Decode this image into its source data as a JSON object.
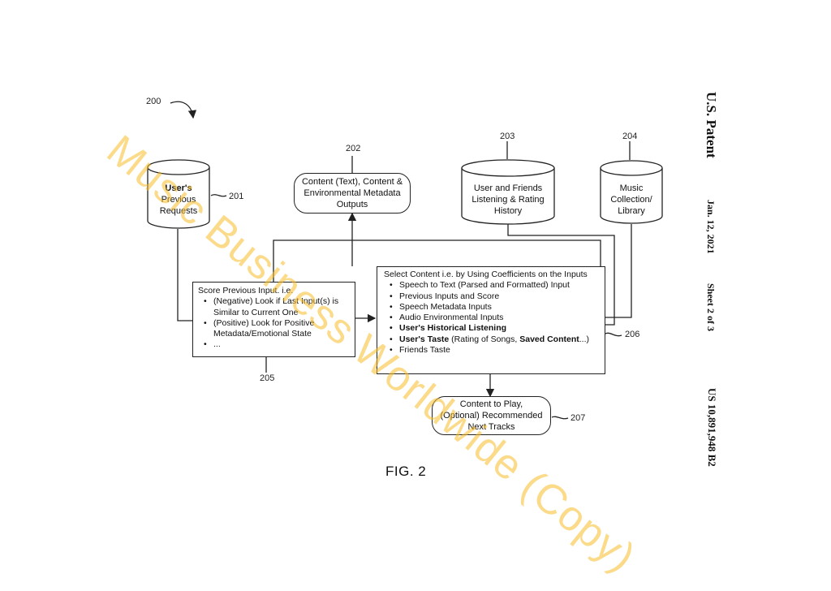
{
  "figure_ref": "200",
  "fig_label": "FIG. 2",
  "nodes": {
    "n201": {
      "ref": "201",
      "lines": [
        "User's",
        "Previous",
        "Requests"
      ]
    },
    "n202": {
      "ref": "202",
      "lines": [
        "Content (Text), Content &",
        "Environmental Metadata",
        "Outputs"
      ]
    },
    "n203": {
      "ref": "203",
      "lines": [
        "User and Friends",
        "Listening & Rating",
        "History"
      ]
    },
    "n204": {
      "ref": "204",
      "lines": [
        "Music",
        "Collection/",
        "Library"
      ]
    },
    "n205": {
      "ref": "205",
      "title": "Score Previous Input. i.e.",
      "items": [
        "(Negative) Look if Last Input(s) is Similar to Current One",
        "(Positive) Look for Positive Metadata/Emotional State",
        "..."
      ]
    },
    "n206": {
      "ref": "206",
      "title": "Select Content i.e. by Using Coefficients on the Inputs",
      "items": [
        "Speech to Text (Parsed and Formatted) Input",
        "Previous Inputs and Score",
        "Speech Metadata Inputs",
        "Audio Environmental Inputs",
        "User's Historical Listening",
        "User's Taste",
        " (Rating of Songs, ",
        "Saved Content",
        "...)",
        "Friends Taste"
      ]
    },
    "n207": {
      "ref": "207",
      "lines": [
        "Content to Play,",
        "(Optional) Recommended",
        "Next Tracks"
      ]
    }
  },
  "sidebar": {
    "title": "U.S. Patent",
    "date": "Jan. 12, 2021",
    "sheet": "Sheet 2 of 3",
    "number": "US 10,891,948 B2"
  },
  "watermark": "Music Business Worldwide (Copy)"
}
